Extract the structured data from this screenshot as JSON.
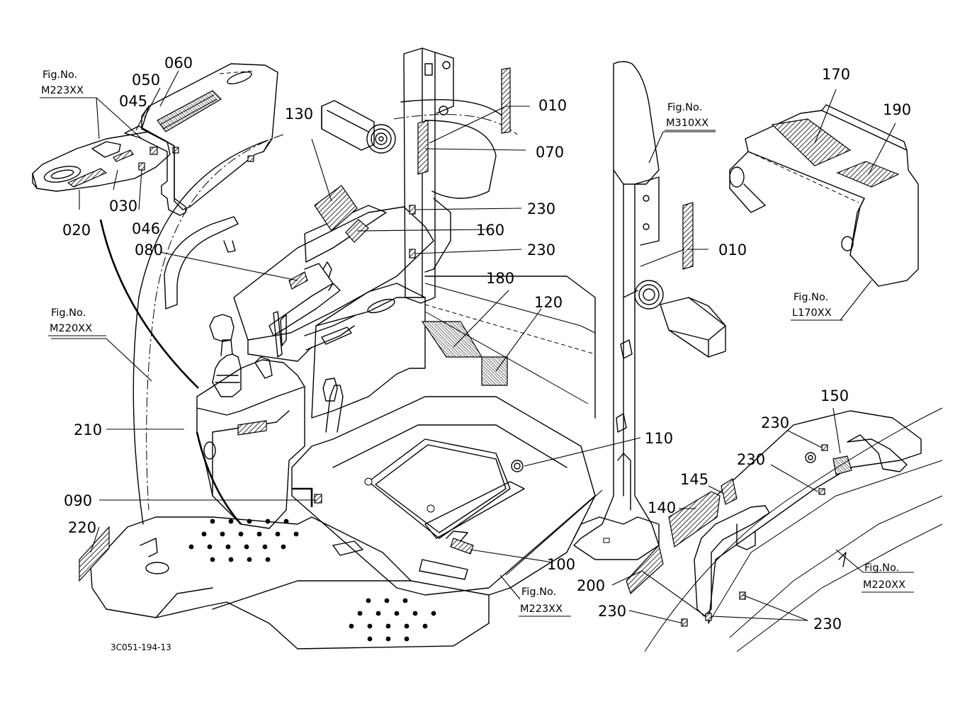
{
  "drawing": {
    "code": "3C051-194-13"
  },
  "callouts": {
    "c060": "060",
    "c050": "050",
    "c045": "045",
    "c030": "030",
    "c046": "046",
    "c020": "020",
    "c130": "130",
    "c010a": "010",
    "c070": "070",
    "c230a": "230",
    "c160": "160",
    "c230b": "230",
    "c080": "080",
    "c180": "180",
    "c120": "120",
    "c010b": "010",
    "c170": "170",
    "c190": "190",
    "c210": "210",
    "c110": "110",
    "c150": "150",
    "c230c": "230",
    "c230d": "230",
    "c145": "145",
    "c140": "140",
    "c090": "090",
    "c220": "220",
    "c100": "100",
    "c200": "200",
    "c230e": "230",
    "c230f": "230"
  },
  "figure_refs": {
    "m223_top": {
      "line1": "Fig.No.",
      "line2": "M223XX"
    },
    "m220_left": {
      "line1": "Fig.No.",
      "line2": "M220XX"
    },
    "m310": {
      "line1": "Fig.No.",
      "line2": "M310XX"
    },
    "l170": {
      "line1": "Fig.No.",
      "line2": "L170XX"
    },
    "m223_bottom": {
      "line1": "Fig.No.",
      "line2": "M223XX"
    },
    "m220_right": {
      "line1": "Fig.No.",
      "line2": "M220XX"
    }
  }
}
